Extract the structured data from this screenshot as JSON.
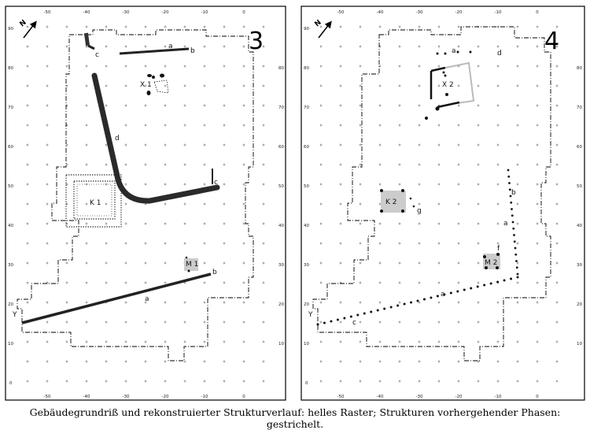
{
  "caption": "Gebäudegrundriß und rekonstruierter Strukturverlauf: helles Raster; Strukturen vorhergehender Phasen: gestrichelt.",
  "north_label": "N",
  "axis": {
    "x_ticks": [
      "-50",
      "-40",
      "-30",
      "-20",
      "-10",
      "0"
    ],
    "y_ticks": [
      "90",
      "80",
      "70",
      "60",
      "50",
      "40",
      "30",
      "20",
      "10",
      "0"
    ]
  },
  "panels": [
    {
      "number": "3",
      "labels": {
        "a_top": "a",
        "b_top": "b",
        "c_left": "c",
        "x": "X 1",
        "d": "d",
        "c_right": "c",
        "k": "K 1",
        "m": "M 1",
        "b_bottom": "b",
        "a_bottom": "a",
        "y": "Y"
      }
    },
    {
      "number": "4",
      "labels": {
        "a_top": "a",
        "d_top": "d",
        "x": "X 2",
        "k": "K 2",
        "g": "g",
        "b_right": "b",
        "a_right": "a",
        "f": "f",
        "m": "M 2",
        "a_bottom": "a",
        "c": "c",
        "y": "Y"
      }
    }
  ]
}
